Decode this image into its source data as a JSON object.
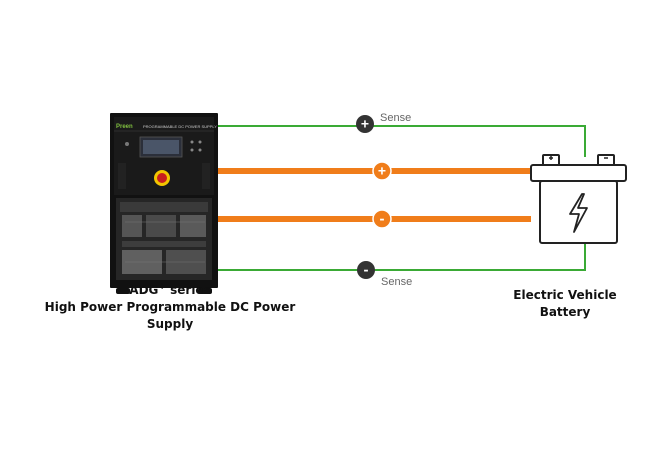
{
  "power_supply": {
    "brand": "Preen",
    "panel_label": "PROGRAMMABLE DC POWER SUPPLY",
    "series_name": "ADG",
    "series_sup": "+",
    "series_suffix": " series",
    "description": "High Power Programmable DC Power Supply"
  },
  "connections": {
    "sense_positive": {
      "symbol": "+",
      "label": "Sense",
      "color": "#3aaa35"
    },
    "power_positive": {
      "symbol": "+",
      "color": "#f07d1a"
    },
    "power_negative": {
      "symbol": "-",
      "color": "#f07d1a"
    },
    "sense_negative": {
      "symbol": "-",
      "label": "Sense",
      "color": "#3aaa35"
    }
  },
  "battery": {
    "line1": "Electric Vehicle",
    "line2": "Battery",
    "icon": "battery-lightning-icon"
  },
  "colors": {
    "sense_wire": "#3aaa35",
    "power_wire": "#f07d1a",
    "sense_badge": "#333333",
    "cabinet": "#111111"
  }
}
